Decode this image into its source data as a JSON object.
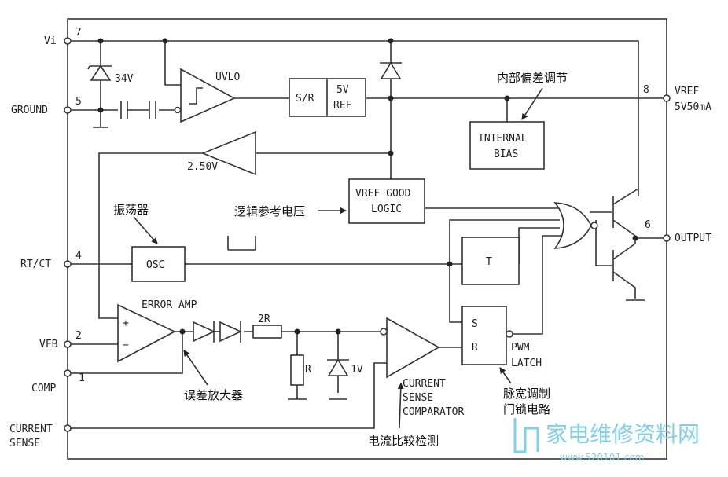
{
  "pins": {
    "vi": {
      "name": "Vi",
      "num": "7"
    },
    "ground": {
      "name": "GROUND",
      "num": "5"
    },
    "rtct": {
      "name": "RT/CT",
      "num": "4"
    },
    "vfb": {
      "name": "VFB",
      "num": "2"
    },
    "comp": {
      "name": "COMP",
      "num": "1"
    },
    "current_sense": {
      "name_line1": "CURRENT",
      "name_line2": "SENSE"
    },
    "vref": {
      "name_line1": "VREF",
      "name_line2": "5V50mA",
      "num": "8"
    },
    "output": {
      "name": "OUTPUT",
      "num": "6"
    }
  },
  "components": {
    "zener_34v": "34V",
    "uvlo": "UVLO",
    "sr": "S/R",
    "ref_5v_line1": "5V",
    "ref_5v_line2": "REF",
    "internal_bias_line1": "INTERNAL",
    "internal_bias_line2": "BIAS",
    "ref_250": "2.50V",
    "vref_good_line1": "VREF GOOD",
    "vref_good_line2": "LOGIC",
    "osc": "OSC",
    "t_block": "T",
    "error_amp": "ERROR AMP",
    "plus": "+",
    "minus": "−",
    "res_2r": "2R",
    "res_r": "R",
    "zener_1v": "1V",
    "latch_s": "S",
    "latch_r": "R",
    "pwm_line1": "PWM",
    "pwm_line2": "LATCH",
    "cs_comp_line1": "CURRENT",
    "cs_comp_line2": "SENSE",
    "cs_comp_line3": "COMPARATOR"
  },
  "annotations": {
    "internal_bias_cn": "内部偏差调节",
    "oscillator_cn": "振荡器",
    "logic_ref_cn": "逻辑参考电压",
    "error_amp_cn": "误差放大器",
    "pwm_latch_cn_line1": "脉宽调制",
    "pwm_latch_cn_line2": "门锁电路",
    "current_sense_cn": "电流比较检测"
  },
  "watermark": {
    "title": "家电维修资料网",
    "url": "www.520101.com"
  }
}
